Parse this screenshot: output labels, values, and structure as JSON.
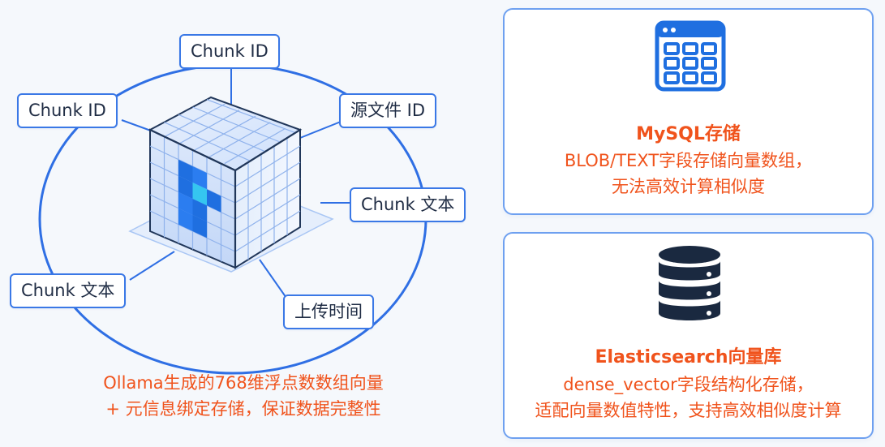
{
  "left_panel": {
    "labels": {
      "chunk_id_top": "Chunk ID",
      "chunk_id_left": "Chunk ID",
      "source_file_id": "源文件 ID",
      "chunk_text_right": "Chunk 文本",
      "chunk_text_left": "Chunk 文本",
      "upload_time": "上传时间"
    },
    "caption_lines": [
      "Ollama生成的768维浮点数数组向量",
      "+ 元信息绑定存储，保证数据完整性"
    ]
  },
  "cards": {
    "mysql": {
      "icon": "table-grid-icon",
      "title": "MySQL存储",
      "desc_lines": [
        "BLOB/TEXT字段存储向量数组，",
        "无法高效计算相似度"
      ]
    },
    "elasticsearch": {
      "icon": "database-icon",
      "title": "Elasticsearch向量库",
      "desc_lines": [
        "dense_vector字段结构化存储，",
        "适配向量数值特性，支持高效相似度计算"
      ]
    }
  },
  "colors": {
    "accent_blue": "#1f6fe0",
    "line_blue": "#3a78e6",
    "text_orange": "#f0531c",
    "label_text": "#1f2c44",
    "dark_icon": "#1a2940"
  }
}
